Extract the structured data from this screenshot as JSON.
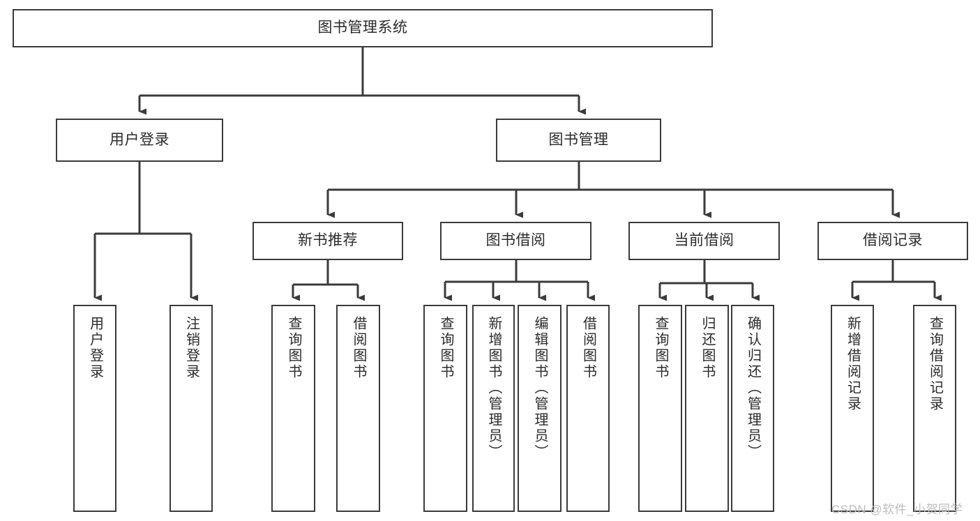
{
  "diagram": {
    "title": "图书管理系统",
    "type": "tree",
    "stroke_color": "#3b3b3b",
    "fill_color": "#ffffff",
    "text_color": "#2b2b2b",
    "nodes": {
      "root": {
        "label": "图书管理系统"
      },
      "level2": [
        {
          "id": "user-login",
          "label": "用户登录"
        },
        {
          "id": "book-manage",
          "label": "图书管理"
        }
      ],
      "level3": [
        {
          "id": "new-book-recommend",
          "label": "新书推荐"
        },
        {
          "id": "book-borrow",
          "label": "图书借阅"
        },
        {
          "id": "current-borrow",
          "label": "当前借阅"
        },
        {
          "id": "borrow-record",
          "label": "借阅记录"
        }
      ],
      "leaves": {
        "user-login": [
          {
            "id": "leaf-user-login",
            "label": "用户登录"
          },
          {
            "id": "leaf-logout-login",
            "label": "注销登录"
          }
        ],
        "new-book-recommend": [
          {
            "id": "leaf-query-book-1",
            "label": "查询图书"
          },
          {
            "id": "leaf-borrow-book-1",
            "label": "借阅图书"
          }
        ],
        "book-borrow": [
          {
            "id": "leaf-query-book-2",
            "label": "查询图书"
          },
          {
            "id": "leaf-add-book-admin",
            "label": "新增图书（管理员）"
          },
          {
            "id": "leaf-edit-book-admin",
            "label": "编辑图书（管理员）"
          },
          {
            "id": "leaf-borrow-book-2",
            "label": "借阅图书"
          }
        ],
        "current-borrow": [
          {
            "id": "leaf-query-book-3",
            "label": "查询图书"
          },
          {
            "id": "leaf-return-book",
            "label": "归还图书"
          },
          {
            "id": "leaf-confirm-return-admin",
            "label": "确认归还（管理员）"
          }
        ],
        "borrow-record": [
          {
            "id": "leaf-add-borrow-record",
            "label": "新增借阅记录"
          },
          {
            "id": "leaf-query-borrow-record",
            "label": "查询借阅记录"
          }
        ]
      }
    },
    "watermark": "CSDN @软件_小贺同学"
  }
}
